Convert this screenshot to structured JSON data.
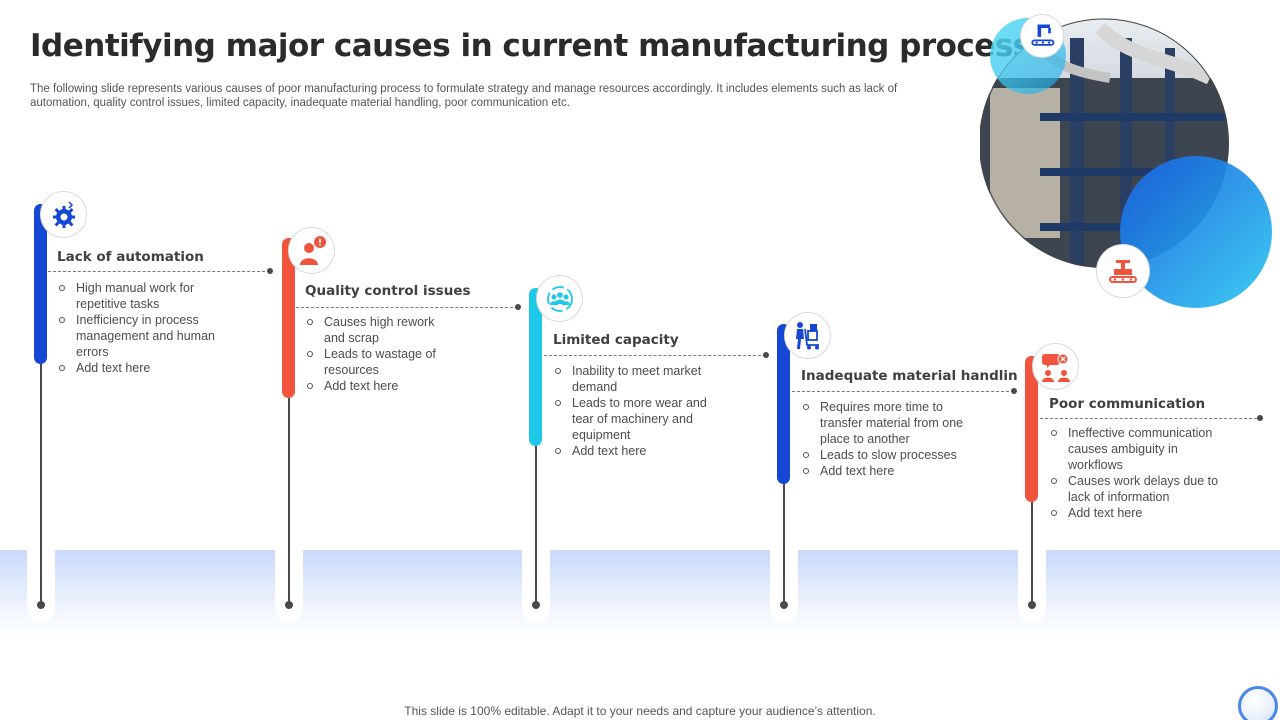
{
  "title": "Identifying major causes in current manufacturing process",
  "subtitle": "The following slide represents various causes of poor manufacturing process to formulate strategy and manage resources accordingly. It includes elements such as lack of automation, quality control issues, limited capacity, inadequate material handling, poor communication etc.",
  "colors": {
    "blue": "#1447d3",
    "red": "#f0543c",
    "cyan": "#1ec8e8",
    "ground": "#c9d9fb"
  },
  "causes": [
    {
      "heading": "Lack of automation",
      "icon": "gear-automation-icon",
      "color": "#1447d3",
      "bullets": [
        "High manual work for repetitive tasks",
        "Inefficiency in process management and human errors",
        "Add text here"
      ]
    },
    {
      "heading": "Quality control issues",
      "icon": "worker-alert-icon",
      "color": "#f0543c",
      "bullets": [
        "Causes high rework and scrap",
        "Leads to wastage of resources",
        "Add text here"
      ]
    },
    {
      "heading": "Limited capacity",
      "icon": "team-cycle-icon",
      "color": "#1ec8e8",
      "bullets": [
        "Inability to meet market demand",
        "Leads to more wear and tear of machinery and equipment",
        "Add text here"
      ]
    },
    {
      "heading": "Inadequate material handling",
      "icon": "hand-truck-icon",
      "color": "#1447d3",
      "bullets": [
        "Requires more time to transfer material from one place to another",
        "Leads to slow processes",
        "Add text here"
      ]
    },
    {
      "heading": "Poor communication",
      "icon": "chat-error-icon",
      "color": "#f0543c",
      "bullets": [
        "Ineffective communication causes ambiguity in workflows",
        "Causes work delays due to lack of information",
        "Add text here"
      ]
    }
  ],
  "photo": {
    "icon_top": "robotic-arm-conveyor-icon",
    "icon_bottom": "conveyor-belt-icon"
  },
  "footer": "This slide is 100% editable. Adapt it to your needs and capture your audience’s attention."
}
